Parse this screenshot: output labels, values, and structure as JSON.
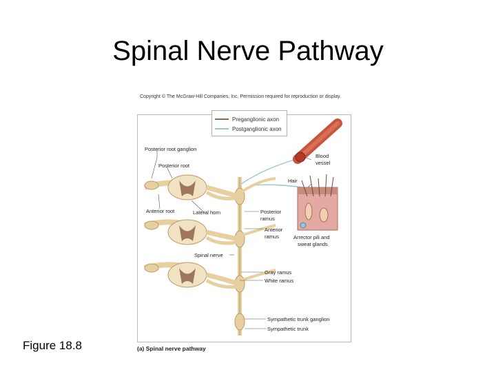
{
  "slide": {
    "title": "Spinal Nerve Pathway",
    "figure_label": "Figure 18.8"
  },
  "figure": {
    "copyright": "Copyright © The McGraw-Hill Companies, Inc. Permission required for reproduction or display.",
    "caption": "(a) Spinal nerve pathway",
    "legend": [
      {
        "label": "Preganglionic axon",
        "color": "#8a6a4a"
      },
      {
        "label": "Postganglionic axon",
        "color": "#9cc3d6"
      }
    ],
    "labels": {
      "posterior_root_ganglion": "Posterior root ganglion",
      "posterior_root": "Posterior root",
      "anterior_root": "Anterior root",
      "lateral_horn": "Lateral horn",
      "spinal_nerve": "Spinal nerve",
      "posterior_ramus_1": "Posterior",
      "posterior_ramus_2": "ramus",
      "anterior_ramus_1": "Anterior",
      "anterior_ramus_2": "ramus",
      "gray_ramus": "Gray ramus",
      "white_ramus": "White ramus",
      "sympathetic_trunk_ganglion": "Sympathetic trunk ganglion",
      "sympathetic_trunk": "Sympathetic trunk",
      "blood_vessel_1": "Blood",
      "blood_vessel_2": "vessel",
      "hair": "Hair",
      "arrector_1": "Arrector pili and",
      "arrector_2": "sweat glands"
    },
    "colors": {
      "nerve": "#e8cfa0",
      "nerve_outline": "#b99a6a",
      "gray_matter": "#a0765a",
      "blood_vessel": "#c8553d",
      "skin": "#e3a9a2",
      "postganglionic": "#9cc3d6"
    }
  }
}
